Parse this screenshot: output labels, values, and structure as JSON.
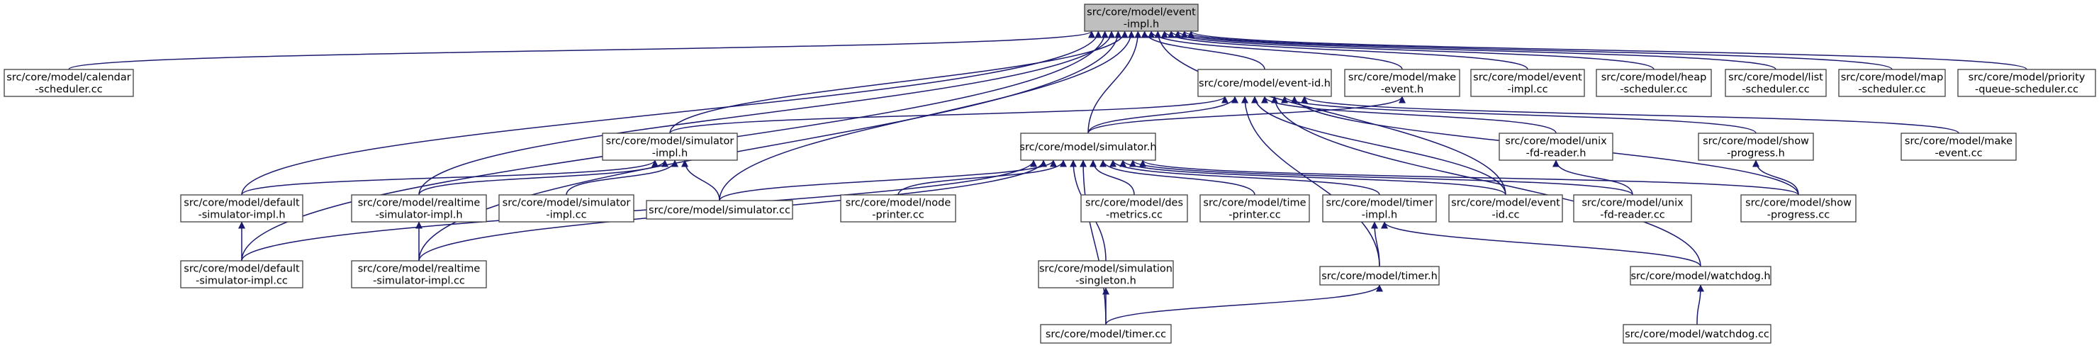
{
  "diagram": {
    "type": "include-dependency-graph",
    "colors": {
      "edge": "#191970",
      "root_fill": "#bfbfbf",
      "node_fill": "#ffffff",
      "node_border": "#404040"
    },
    "nodes": [
      {
        "id": "event_impl_h",
        "lines": [
          "src/core/model/event",
          "-impl.h"
        ],
        "root": true
      },
      {
        "id": "calendar",
        "lines": [
          "src/core/model/calendar",
          "-scheduler.cc"
        ]
      },
      {
        "id": "event_id_h",
        "lines": [
          "src/core/model/event-id.h"
        ]
      },
      {
        "id": "make_event_h",
        "lines": [
          "src/core/model/make",
          "-event.h"
        ]
      },
      {
        "id": "event_impl_cc",
        "lines": [
          "src/core/model/event",
          "-impl.cc"
        ]
      },
      {
        "id": "heap",
        "lines": [
          "src/core/model/heap",
          "-scheduler.cc"
        ]
      },
      {
        "id": "list",
        "lines": [
          "src/core/model/list",
          "-scheduler.cc"
        ]
      },
      {
        "id": "map",
        "lines": [
          "src/core/model/map",
          "-scheduler.cc"
        ]
      },
      {
        "id": "priority",
        "lines": [
          "src/core/model/priority",
          "-queue-scheduler.cc"
        ]
      },
      {
        "id": "sim_impl_h",
        "lines": [
          "src/core/model/simulator",
          "-impl.h"
        ]
      },
      {
        "id": "simulator_h",
        "lines": [
          "src/core/model/simulator.h"
        ]
      },
      {
        "id": "unix_fd_h",
        "lines": [
          "src/core/model/unix",
          "-fd-reader.h"
        ]
      },
      {
        "id": "show_progress_h",
        "lines": [
          "src/core/model/show",
          "-progress.h"
        ]
      },
      {
        "id": "make_event_cc",
        "lines": [
          "src/core/model/make",
          "-event.cc"
        ]
      },
      {
        "id": "def_sim_impl_h",
        "lines": [
          "src/core/model/default",
          "-simulator-impl.h"
        ]
      },
      {
        "id": "rt_sim_impl_h",
        "lines": [
          "src/core/model/realtime",
          "-simulator-impl.h"
        ]
      },
      {
        "id": "sim_impl_cc",
        "lines": [
          "src/core/model/simulator",
          "-impl.cc"
        ]
      },
      {
        "id": "simulator_cc",
        "lines": [
          "src/core/model/simulator.cc"
        ]
      },
      {
        "id": "node_printer",
        "lines": [
          "src/core/model/node",
          "-printer.cc"
        ]
      },
      {
        "id": "des_metrics",
        "lines": [
          "src/core/model/des",
          "-metrics.cc"
        ]
      },
      {
        "id": "time_printer",
        "lines": [
          "src/core/model/time",
          "-printer.cc"
        ]
      },
      {
        "id": "timer_impl_h",
        "lines": [
          "src/core/model/timer",
          "-impl.h"
        ]
      },
      {
        "id": "event_id_cc",
        "lines": [
          "src/core/model/event",
          "-id.cc"
        ]
      },
      {
        "id": "unix_fd_cc",
        "lines": [
          "src/core/model/unix",
          "-fd-reader.cc"
        ]
      },
      {
        "id": "show_progress_cc",
        "lines": [
          "src/core/model/show",
          "-progress.cc"
        ]
      },
      {
        "id": "def_sim_impl_cc",
        "lines": [
          "src/core/model/default",
          "-simulator-impl.cc"
        ]
      },
      {
        "id": "rt_sim_impl_cc",
        "lines": [
          "src/core/model/realtime",
          "-simulator-impl.cc"
        ]
      },
      {
        "id": "sim_singleton",
        "lines": [
          "src/core/model/simulation",
          "-singleton.h"
        ]
      },
      {
        "id": "timer_h",
        "lines": [
          "src/core/model/timer.h"
        ]
      },
      {
        "id": "watchdog_h",
        "lines": [
          "src/core/model/watchdog.h"
        ]
      },
      {
        "id": "timer_cc",
        "lines": [
          "src/core/model/timer.cc"
        ]
      },
      {
        "id": "watchdog_cc",
        "lines": [
          "src/core/model/watchdog.cc"
        ]
      }
    ],
    "edges": [
      [
        "calendar",
        "event_impl_h"
      ],
      [
        "event_id_h",
        "event_impl_h"
      ],
      [
        "make_event_h",
        "event_impl_h"
      ],
      [
        "event_impl_cc",
        "event_impl_h"
      ],
      [
        "heap",
        "event_impl_h"
      ],
      [
        "list",
        "event_impl_h"
      ],
      [
        "map",
        "event_impl_h"
      ],
      [
        "priority",
        "event_impl_h"
      ],
      [
        "sim_impl_h",
        "event_impl_h"
      ],
      [
        "simulator_h",
        "event_impl_h"
      ],
      [
        "def_sim_impl_h",
        "event_impl_h"
      ],
      [
        "rt_sim_impl_h",
        "event_impl_h"
      ],
      [
        "simulator_cc",
        "event_impl_h"
      ],
      [
        "event_id_cc",
        "event_impl_h"
      ],
      [
        "def_sim_impl_cc",
        "event_impl_h"
      ],
      [
        "rt_sim_impl_cc",
        "event_impl_h"
      ],
      [
        "sim_impl_h",
        "event_id_h"
      ],
      [
        "simulator_h",
        "event_id_h"
      ],
      [
        "unix_fd_h",
        "event_id_h"
      ],
      [
        "show_progress_h",
        "event_id_h"
      ],
      [
        "make_event_cc",
        "event_id_h"
      ],
      [
        "event_id_cc",
        "event_id_h"
      ],
      [
        "timer_h",
        "event_id_h"
      ],
      [
        "watchdog_h",
        "event_id_h"
      ],
      [
        "show_progress_cc",
        "event_id_h"
      ],
      [
        "simulator_h",
        "make_event_h"
      ],
      [
        "def_sim_impl_h",
        "sim_impl_h"
      ],
      [
        "rt_sim_impl_h",
        "sim_impl_h"
      ],
      [
        "sim_impl_cc",
        "sim_impl_h"
      ],
      [
        "simulator_cc",
        "sim_impl_h"
      ],
      [
        "simulator_cc",
        "simulator_h"
      ],
      [
        "node_printer",
        "simulator_h"
      ],
      [
        "des_metrics",
        "simulator_h"
      ],
      [
        "time_printer",
        "simulator_h"
      ],
      [
        "timer_impl_h",
        "simulator_h"
      ],
      [
        "event_id_cc",
        "simulator_h"
      ],
      [
        "unix_fd_cc",
        "simulator_h"
      ],
      [
        "show_progress_cc",
        "simulator_h"
      ],
      [
        "def_sim_impl_cc",
        "simulator_h"
      ],
      [
        "rt_sim_impl_cc",
        "simulator_h"
      ],
      [
        "sim_singleton",
        "simulator_h"
      ],
      [
        "timer_cc",
        "simulator_h"
      ],
      [
        "unix_fd_cc",
        "unix_fd_h"
      ],
      [
        "show_progress_cc",
        "show_progress_h"
      ],
      [
        "def_sim_impl_cc",
        "def_sim_impl_h"
      ],
      [
        "rt_sim_impl_cc",
        "rt_sim_impl_h"
      ],
      [
        "timer_h",
        "timer_impl_h"
      ],
      [
        "watchdog_h",
        "timer_impl_h"
      ],
      [
        "timer_cc",
        "sim_singleton"
      ],
      [
        "timer_cc",
        "timer_h"
      ],
      [
        "watchdog_cc",
        "watchdog_h"
      ]
    ]
  }
}
